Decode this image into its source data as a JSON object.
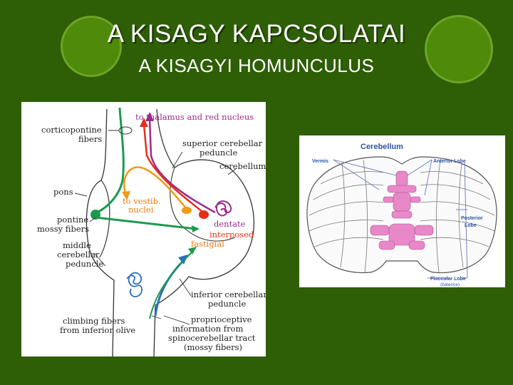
{
  "slide": {
    "title": "A KISAGY KAPCSOLATAI",
    "subtitle": "A KISAGYI HOMUNCULUS"
  },
  "diagram": {
    "to_thalamus_red_nucleus": "to thalamus and red nucleus",
    "corticopontine_1": "corticopontine",
    "corticopontine_2": "fibers",
    "superior_peduncle_1": "superior cerebellar",
    "superior_peduncle_2": "peduncle",
    "cerebellum": "cerebellum",
    "pons": "pons",
    "to_vestib_1": "to vestib.",
    "to_vestib_2": "nuclei",
    "pontine_mossy_1": "pontine",
    "pontine_mossy_2": "mossy fibers",
    "dentate": "dentate",
    "interposed": "interposed",
    "fastigial": "fastigial",
    "middle_peduncle_1": "middle",
    "middle_peduncle_2": "cerebellar",
    "middle_peduncle_3": "peduncle",
    "inferior_peduncle_1": "inferior cerebellar",
    "inferior_peduncle_2": "peduncle",
    "climbing_1": "climbing fibers",
    "climbing_2": "from inferior olive",
    "proprio_1": "proprioceptive",
    "proprio_2": "information from",
    "proprio_3": "spinocerebellar tract",
    "proprio_4": "(mossy fibers)"
  },
  "cerebellum_map": {
    "title": "Cerebellum",
    "vermis": "Vermis",
    "anterior_lobe": "Anterior Lobe",
    "posterior_lobe_1": "Posterior",
    "posterior_lobe_2": "Lobe",
    "floccular_lobe": "Floccular Lobe",
    "balance": "(balance)"
  },
  "colors": {
    "background": "#2e5e06",
    "deco_circle": "#4f8a0a",
    "purple": "#9c2a8c",
    "red": "#e23018",
    "orange": "#f09a18",
    "green": "#1c9a50",
    "blue": "#2a6ec0",
    "pink": "#e888c8",
    "label_blue": "#2d55a8"
  }
}
